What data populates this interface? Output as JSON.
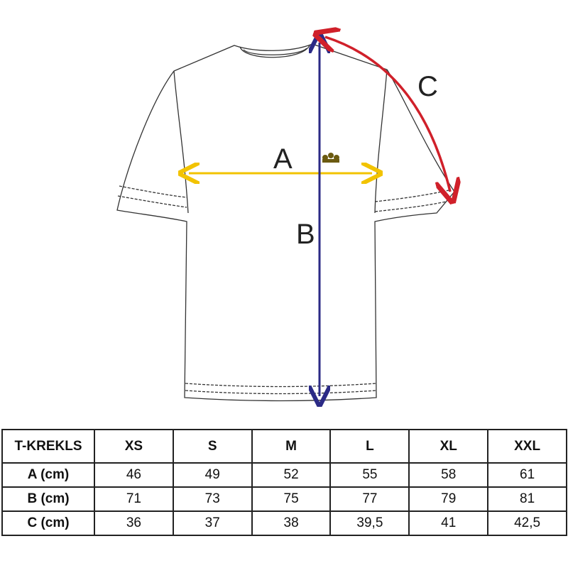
{
  "diagram": {
    "labels": {
      "a": "A",
      "b": "B",
      "c": "C"
    },
    "colors": {
      "a_arrow": "#f2c300",
      "b_arrow": "#2b2a86",
      "c_arrow": "#d0202a",
      "outline": "#333333"
    }
  },
  "table": {
    "corner": "T-KREKLS",
    "sizes": [
      "XS",
      "S",
      "M",
      "L",
      "XL",
      "XXL"
    ],
    "rows": [
      {
        "label": "A (cm)",
        "values": [
          "46",
          "49",
          "52",
          "55",
          "58",
          "61"
        ]
      },
      {
        "label": "B (cm)",
        "values": [
          "71",
          "73",
          "75",
          "77",
          "79",
          "81"
        ]
      },
      {
        "label": "C (cm)",
        "values": [
          "36",
          "37",
          "38",
          "39,5",
          "41",
          "42,5"
        ]
      }
    ]
  }
}
